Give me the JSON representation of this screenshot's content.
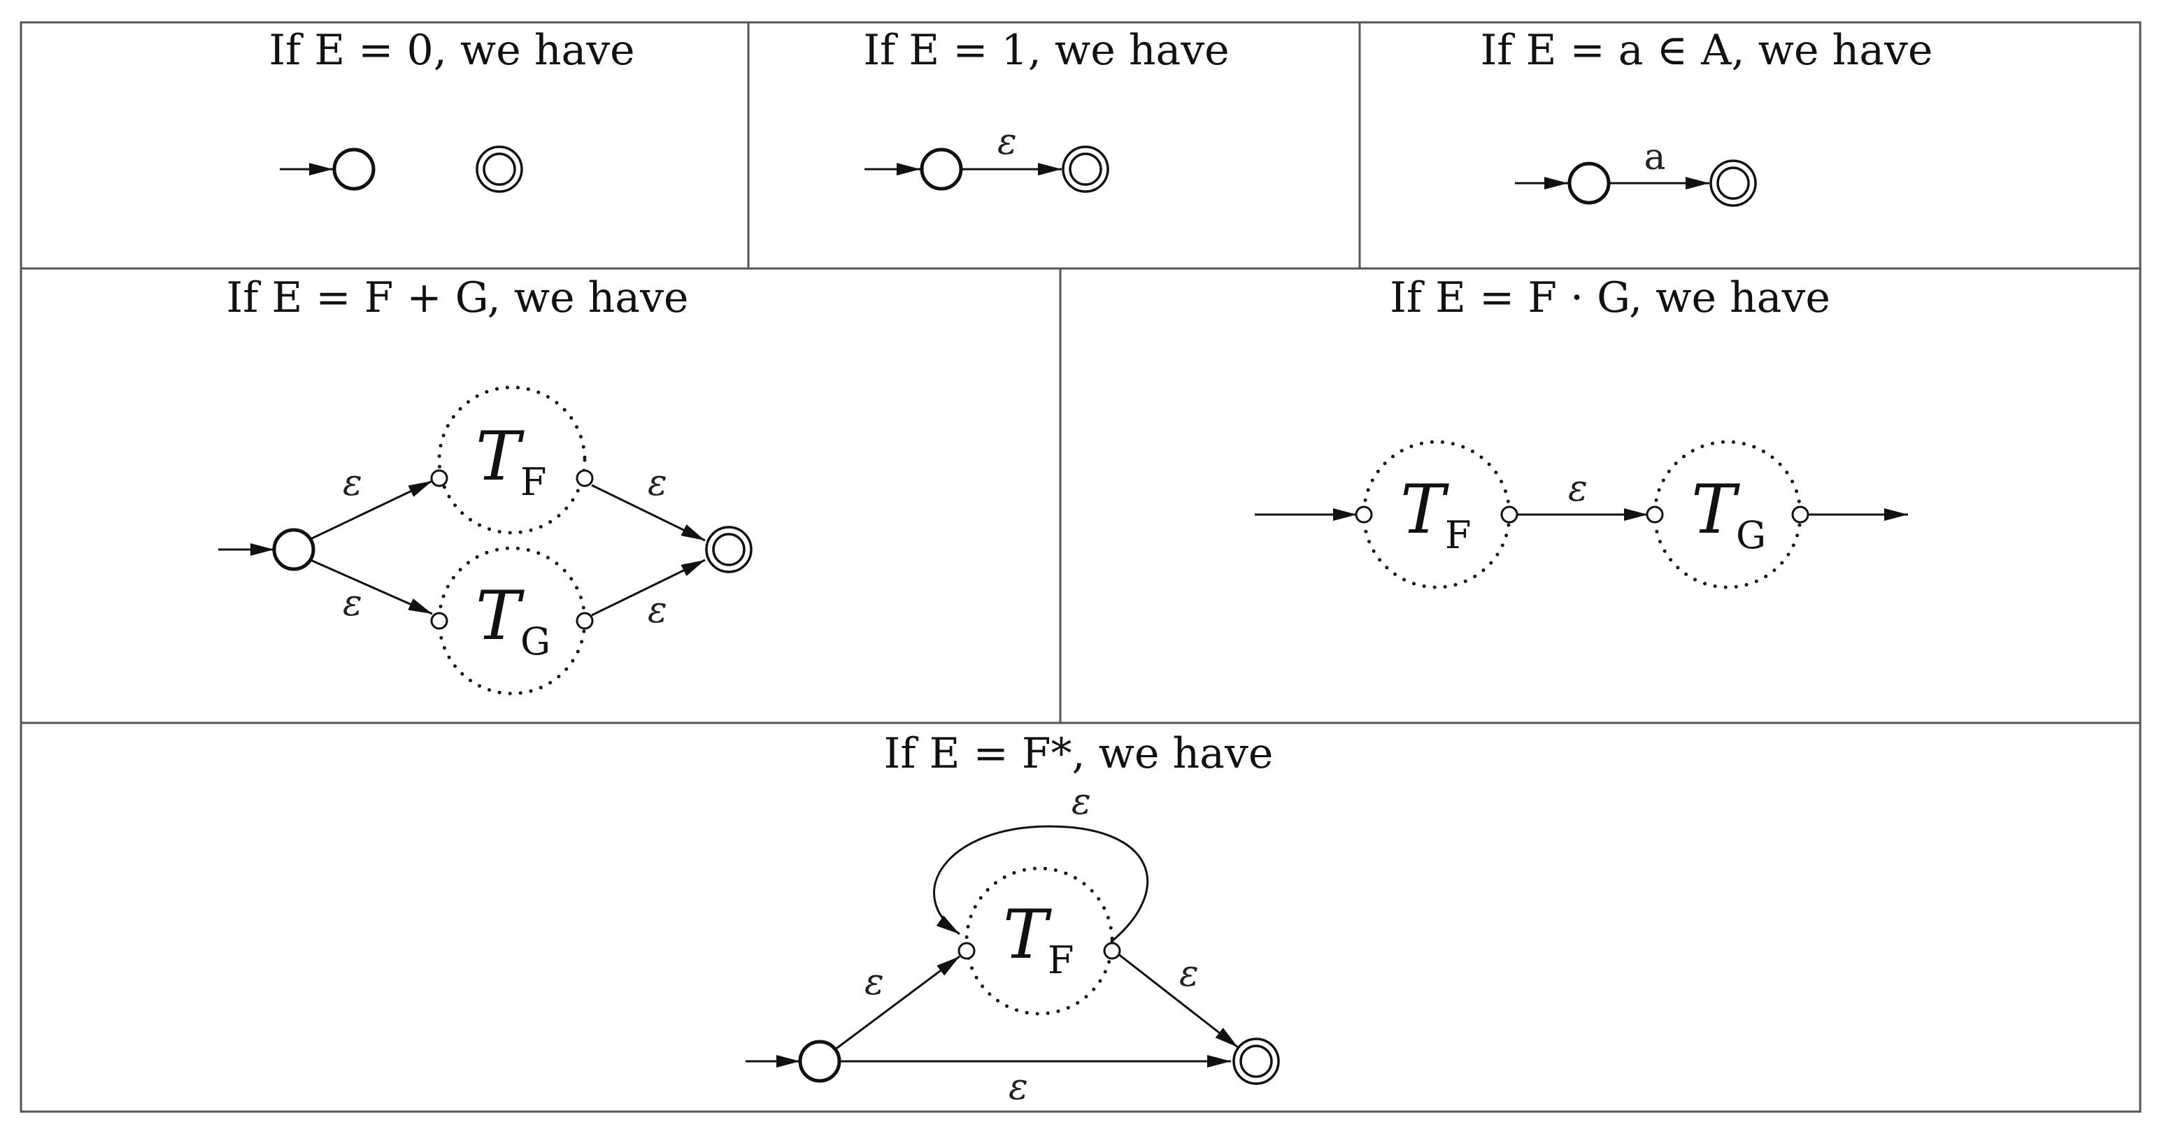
{
  "cells": {
    "zero": {
      "caption": "If E = 0, we have"
    },
    "one": {
      "caption": "If E = 1, we have",
      "edge_label": "ε"
    },
    "letter": {
      "caption": "If E = a ∈ A, we have",
      "edge_label": "a"
    },
    "sum": {
      "caption": "If E = F + G, we have",
      "edge_labels": [
        "ε",
        "ε",
        "ε",
        "ε"
      ],
      "box_f": {
        "symbol": "T",
        "index": "F"
      },
      "box_g": {
        "symbol": "T",
        "index": "G"
      }
    },
    "product": {
      "caption": "If E = F · G, we have",
      "edge_label": "ε",
      "box_f": {
        "symbol": "T",
        "index": "F"
      },
      "box_g": {
        "symbol": "T",
        "index": "G"
      }
    },
    "star": {
      "caption": "If E = F*, we have",
      "edge_labels": {
        "loop": "ε",
        "enter": "ε",
        "exit": "ε",
        "skip": "ε"
      },
      "box_f": {
        "symbol": "T",
        "index": "F"
      }
    }
  }
}
